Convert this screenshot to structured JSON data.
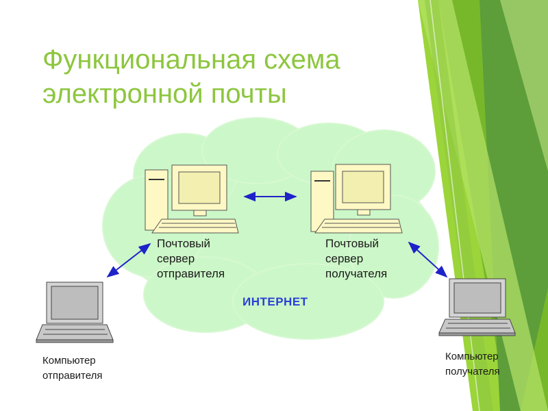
{
  "slide": {
    "title_line1": "Функциональная схема",
    "title_line2": "электронной почты",
    "accent_color": "#8dc63f",
    "cloud_color": "#ccf7c8",
    "arrow_color": "#1e22c8"
  },
  "nodes": {
    "sender_server": {
      "line1": "Почтовый",
      "line2": "сервер",
      "line3": "отправителя",
      "icon": "desktop-computer-icon"
    },
    "receiver_server": {
      "line1": "Почтовый",
      "line2": "сервер",
      "line3": "получателя",
      "icon": "desktop-computer-icon"
    },
    "sender_computer": {
      "line1": "Компьютер",
      "line2": "отправителя",
      "icon": "laptop-icon"
    },
    "receiver_computer": {
      "line1": "Компьютер",
      "line2": "получателя",
      "icon": "laptop-icon"
    }
  },
  "network": {
    "label": "ИНТЕРНЕТ"
  }
}
